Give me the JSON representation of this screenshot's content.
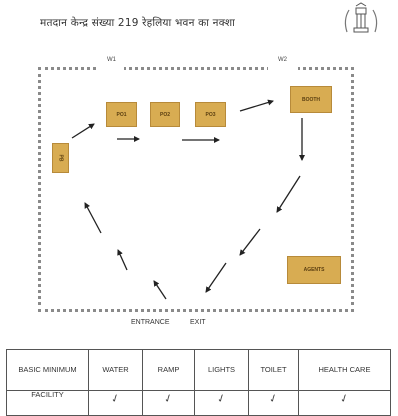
{
  "title": "मतदान केन्द्र संख्या 219 रेहलिया भवन का नक्शा",
  "emblem": {
    "icon": "national-emblem-icon"
  },
  "windows": [
    "W1",
    "W2"
  ],
  "stations": {
    "box_left": "PB",
    "pos1": "PO1",
    "pos2": "PO2",
    "pos3": "PO3",
    "booth": "BOOTH",
    "agents": "AGENTS"
  },
  "entrance_label": "ENTRANCE",
  "exit_label": "EXIT",
  "facility_table": {
    "headers": [
      "BASIC MINIMUM",
      "WATER",
      "RAMP",
      "LIGHTS",
      "TOILET",
      "HEALTH CARE"
    ],
    "row": {
      "label": "FACILITY",
      "marks": [
        "✓",
        "✓",
        "✓",
        "✓",
        "✓"
      ]
    }
  },
  "colors": {
    "station_fill": "#d8ac52",
    "arrow": "#222222",
    "wall": "#8a8a8a"
  }
}
